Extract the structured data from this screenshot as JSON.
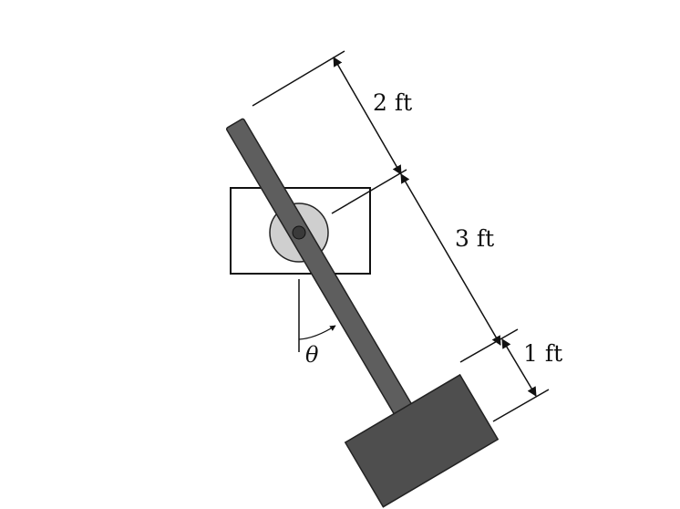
{
  "diagram": {
    "dimensions": {
      "upper_segment": "2 ft",
      "middle_segment": "3 ft",
      "lower_segment": "1 ft"
    },
    "angle": {
      "symbol": "θ"
    },
    "colors": {
      "line": "#111111",
      "rod_light": "#e6e6e6",
      "rod_dark": "#6e6e6e",
      "weight_light": "#dcdcdc",
      "weight_dark": "#5a5a5a",
      "pivot_disk": "#cfcfcf",
      "pin": "#3a3a3a",
      "background": "#ffffff"
    }
  }
}
